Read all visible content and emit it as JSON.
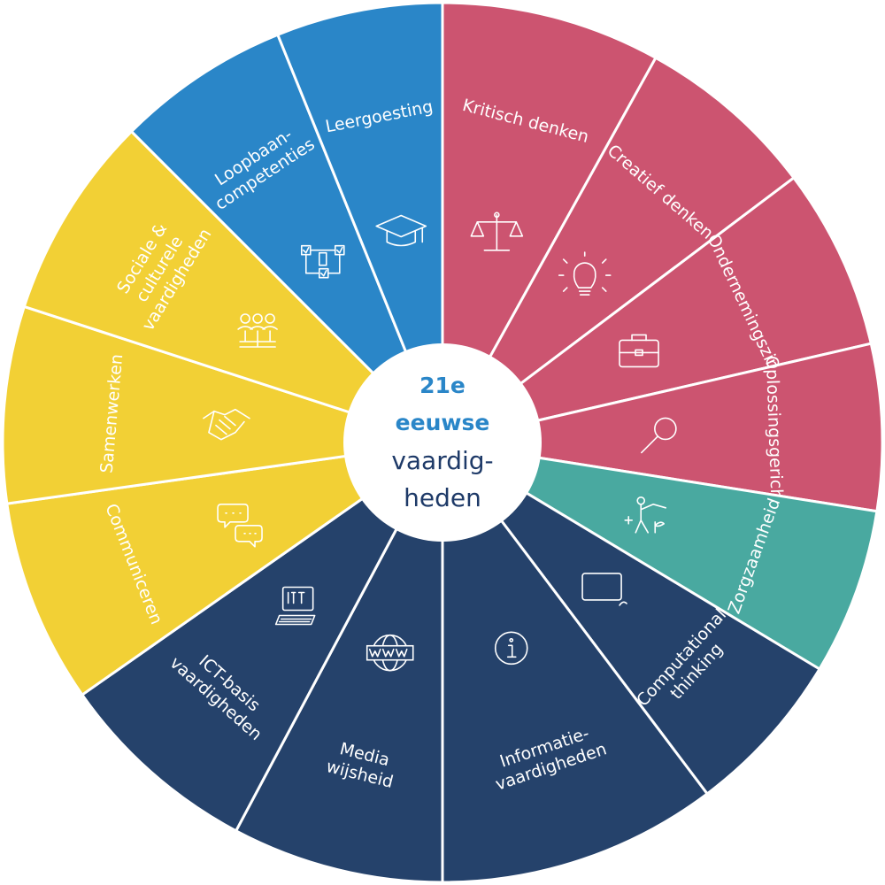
{
  "center": {
    "line1": "21e",
    "line2": "eeuwse",
    "line3": "vaardig-",
    "line4": "heden"
  },
  "colors": {
    "blue": "#2a86c8",
    "red": "#cc5470",
    "teal": "#49a9a0",
    "navy": "#25426b",
    "yellow": "#f2d035",
    "center_accent": "#2a86c8",
    "center_text": "#1e3a68"
  },
  "segments": [
    {
      "id": "kritisch-denken",
      "lines": [
        "Kritisch denken"
      ],
      "color": "red",
      "icon": "scales-icon"
    },
    {
      "id": "creatief-denken",
      "lines": [
        "Creatief denken"
      ],
      "color": "red",
      "icon": "lightbulb-icon"
    },
    {
      "id": "ondernemingszin",
      "lines": [
        "Ondernemingszin"
      ],
      "color": "red",
      "icon": "briefcase-icon"
    },
    {
      "id": "oplossingsgericht",
      "lines": [
        "Oplossingsgericht"
      ],
      "color": "red",
      "icon": "magnifier-icon"
    },
    {
      "id": "zorgzaamheid",
      "lines": [
        "Zorgzaamheid"
      ],
      "color": "teal",
      "icon": "care-icon"
    },
    {
      "id": "computational-thinking",
      "lines": [
        "Computational",
        "thinking"
      ],
      "color": "navy",
      "icon": "tablet-icon"
    },
    {
      "id": "informatievaardigheden",
      "lines": [
        "Informatie-",
        "vaardigheden"
      ],
      "color": "navy",
      "icon": "info-icon"
    },
    {
      "id": "mediawijsheid",
      "lines": [
        "Media",
        "wijsheid"
      ],
      "color": "navy",
      "icon": "www-globe-icon"
    },
    {
      "id": "ict-basisvaardigheden",
      "lines": [
        "ICT-basis",
        "vaardigheden"
      ],
      "color": "navy",
      "icon": "computer-icon"
    },
    {
      "id": "communiceren",
      "lines": [
        "Communiceren"
      ],
      "color": "yellow",
      "icon": "chat-bubbles-icon"
    },
    {
      "id": "samenwerken",
      "lines": [
        "Samenwerken"
      ],
      "color": "yellow",
      "icon": "handshake-icon"
    },
    {
      "id": "sociale-culturele-vaardigheden",
      "lines": [
        "Sociale &",
        "culturele",
        "vaardigheden"
      ],
      "color": "yellow",
      "icon": "people-network-icon"
    },
    {
      "id": "loopbaancompetenties",
      "lines": [
        "Loopbaan-",
        "competenties"
      ],
      "color": "blue",
      "icon": "flowchart-icon"
    },
    {
      "id": "leergoesting",
      "lines": [
        "Leergoesting"
      ],
      "color": "blue",
      "icon": "graduation-cap-icon"
    }
  ]
}
